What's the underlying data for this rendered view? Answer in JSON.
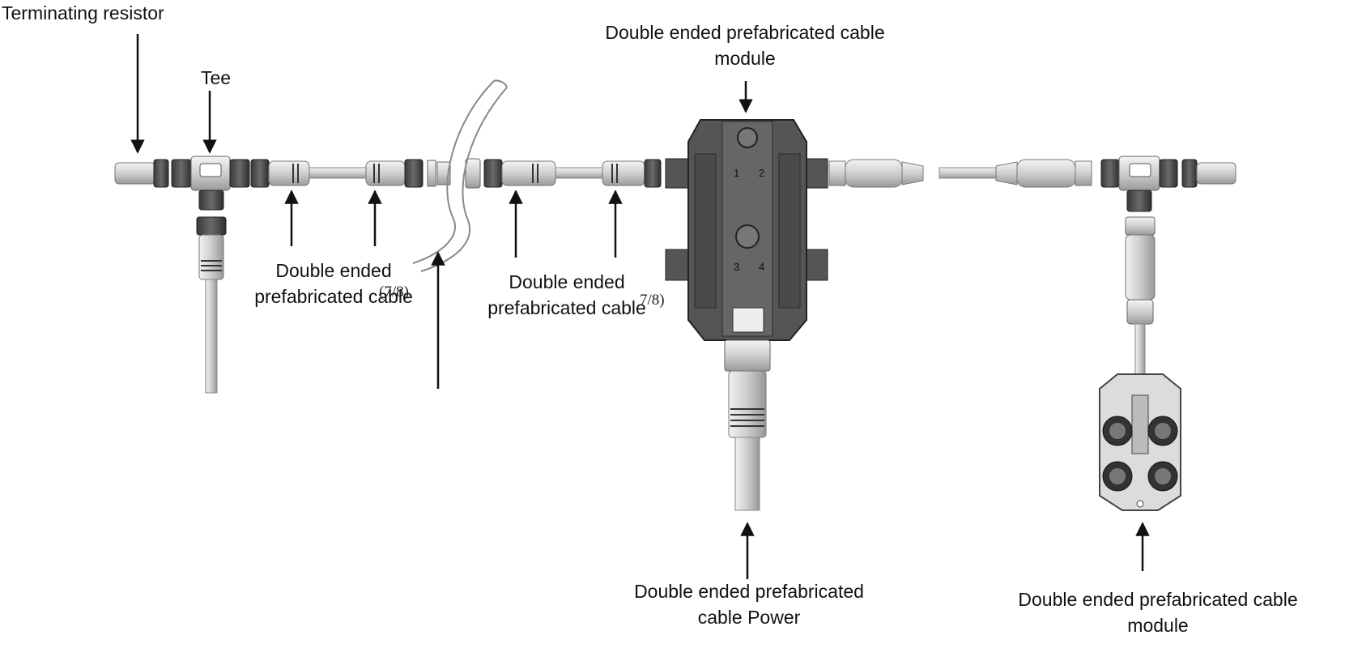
{
  "labels": {
    "terminating_resistor": "Terminating resistor",
    "tee": "Tee",
    "cable_1_line1": "Double ended",
    "cable_1_line2": "prefabricated cable",
    "cable_2_line1": "Double ended",
    "cable_2_line2": "prefabricated cable",
    "module_top_line1": "Double ended prefabricated cable",
    "module_top_line2": "module",
    "power_line1": "Double ended prefabricated",
    "power_line2": "cable Power",
    "module_right_line1": "Double ended prefabricated cable",
    "module_right_line2": "module"
  },
  "spec_marks": {
    "left": "(7/8)",
    "right": "7/8)"
  },
  "module_ports": [
    "1",
    "2",
    "3",
    "4"
  ]
}
